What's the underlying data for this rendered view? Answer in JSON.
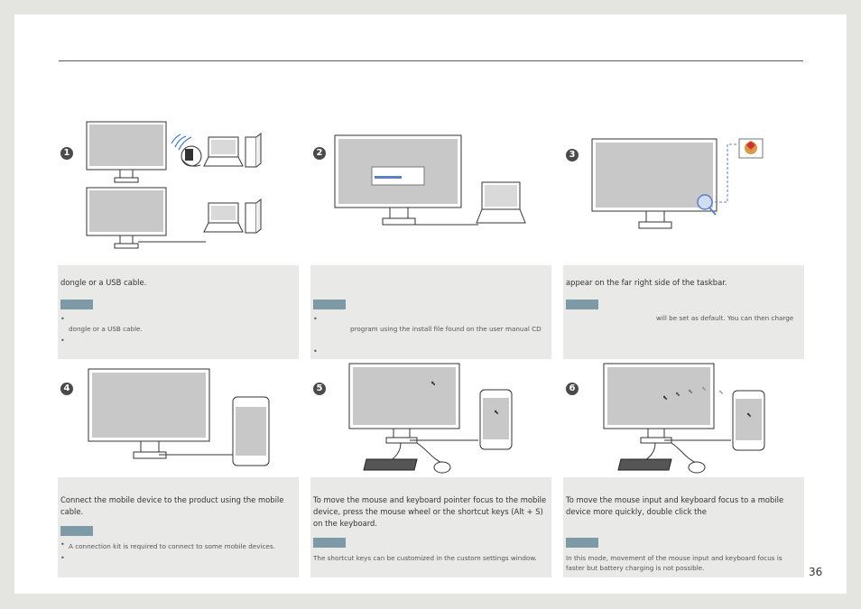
{
  "page_number": "36",
  "step_numbers": [
    "1",
    "2",
    "3",
    "4",
    "5",
    "6"
  ],
  "steps": [
    {
      "main_text": "dongle or a USB cable.",
      "bullets": [
        "dongle or a USB cable.",
        ""
      ]
    },
    {
      "main_text": "",
      "bullets": [
        "program using the install file found on the user manual CD",
        ""
      ]
    },
    {
      "main_text": "appear on the far right side of the taskbar.",
      "note_text": "will be set as default. You can then charge"
    },
    {
      "main_text": "Connect the mobile device to the product using the mobile cable.",
      "bullets": [
        "A connection kit is required to connect to some mobile devices.",
        ""
      ]
    },
    {
      "main_text": "To move the mouse and keyboard pointer focus to the mobile device, press the mouse wheel or the shortcut keys (Alt + S) on the keyboard.",
      "note_text": "The shortcut keys can be customized in the custom settings window."
    },
    {
      "main_text": "To move the mouse input and keyboard focus to a mobile device more quickly, double click the",
      "note_text": "In this mode, movement of the mouse input and keyboard focus is faster but battery charging is not possible."
    }
  ],
  "colors": {
    "page_bg": "#e4e4e0",
    "panel_bg": "#e9e9e7",
    "note_tag": "#7f9aa7",
    "screen": "#c8c8c8",
    "highlight": "#5b7fc6"
  }
}
